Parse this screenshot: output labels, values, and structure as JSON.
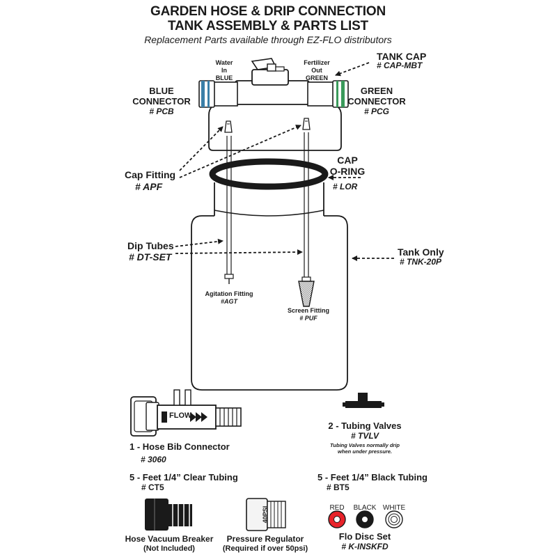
{
  "title": {
    "line1": "GARDEN HOSE & DRIP CONNECTION",
    "line2": "TANK ASSEMBLY & PARTS LIST",
    "subtitle": "Replacement Parts available through EZ-FLO distributors"
  },
  "tank_cap": {
    "label": "TANK CAP",
    "part": "# CAP-MBT"
  },
  "water_in": {
    "line1": "Water",
    "line2": "In",
    "line3": "BLUE"
  },
  "fert_out": {
    "line1": "Fertilizer",
    "line2": "Out",
    "line3": "GREEN"
  },
  "blue_connector": {
    "line1": "BLUE",
    "line2": "CONNECTOR",
    "part": "# PCB"
  },
  "green_connector": {
    "line1": "GREEN",
    "line2": "CONNECTOR",
    "part": "# PCG"
  },
  "cap_fitting": {
    "label": "Cap Fitting",
    "part": "# APF"
  },
  "cap_oring": {
    "line1": "CAP",
    "line2": "O-RING",
    "part": "# LOR"
  },
  "dip_tubes": {
    "label": "Dip Tubes",
    "part": "# DT-SET"
  },
  "tank_only": {
    "label": "Tank Only",
    "part": "# TNK-20P"
  },
  "agitation_fitting": {
    "label": "Agitation Fitting",
    "part": "#AGT"
  },
  "screen_fitting": {
    "label": "Screen Fitting",
    "part": "# PUF"
  },
  "hose_bib": {
    "label": "1 - Hose Bib Connector",
    "part": "# 3060",
    "flow_text": "FLOW"
  },
  "tubing_valves": {
    "label": "2 - Tubing Valves",
    "part": "# TVLV",
    "note1": "Tubing Valves normally drip",
    "note2": "when under pressure."
  },
  "clear_tubing": {
    "label": "5 - Feet 1/4” Clear Tubing",
    "part": "# CT5"
  },
  "black_tubing": {
    "label": "5 - Feet 1/4” Black Tubing",
    "part": "# BT5"
  },
  "vacuum_breaker": {
    "line1": "Hose Vacuum Breaker",
    "line2": "(Not Included)"
  },
  "pressure_regulator": {
    "line1": "Pressure Regulator",
    "line2": "(Required if over 50psi)",
    "body_text": "40PSI"
  },
  "flo_disc": {
    "label": "Flo Disc Set",
    "part": "# K-INSKFD",
    "discs": [
      {
        "name": "RED",
        "color": "#e8232a"
      },
      {
        "name": "BLACK",
        "color": "#1a1a1a"
      },
      {
        "name": "WHITE",
        "color": "#ffffff"
      }
    ]
  },
  "colors": {
    "blue_connector": "#3a7fa8",
    "green_connector": "#3a9a5a",
    "ink": "#1a1a1a"
  }
}
